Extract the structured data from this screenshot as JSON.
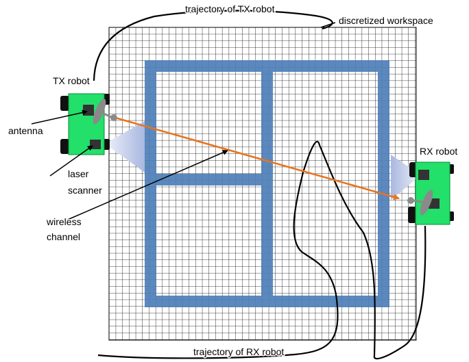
{
  "labels": {
    "tx_trajectory": "trajectory of TX robot",
    "workspace": "discretized workspace",
    "tx_robot": "TX robot",
    "rx_robot": "RX robot",
    "antenna": "antenna",
    "laser_line1": "laser",
    "laser_line2": "scanner",
    "wireless_line1": "wireless",
    "wireless_line2": "channel",
    "rx_trajectory": "trajectory of RX robot"
  },
  "colors": {
    "grid_line": "#000000",
    "wall": "#4f7fb8",
    "robot_body": "#22e06a",
    "wheel": "#111111",
    "channel": "#e8741e",
    "laser_cone": "#b8c4e4",
    "antenna_dot": "#8a8a8a"
  }
}
